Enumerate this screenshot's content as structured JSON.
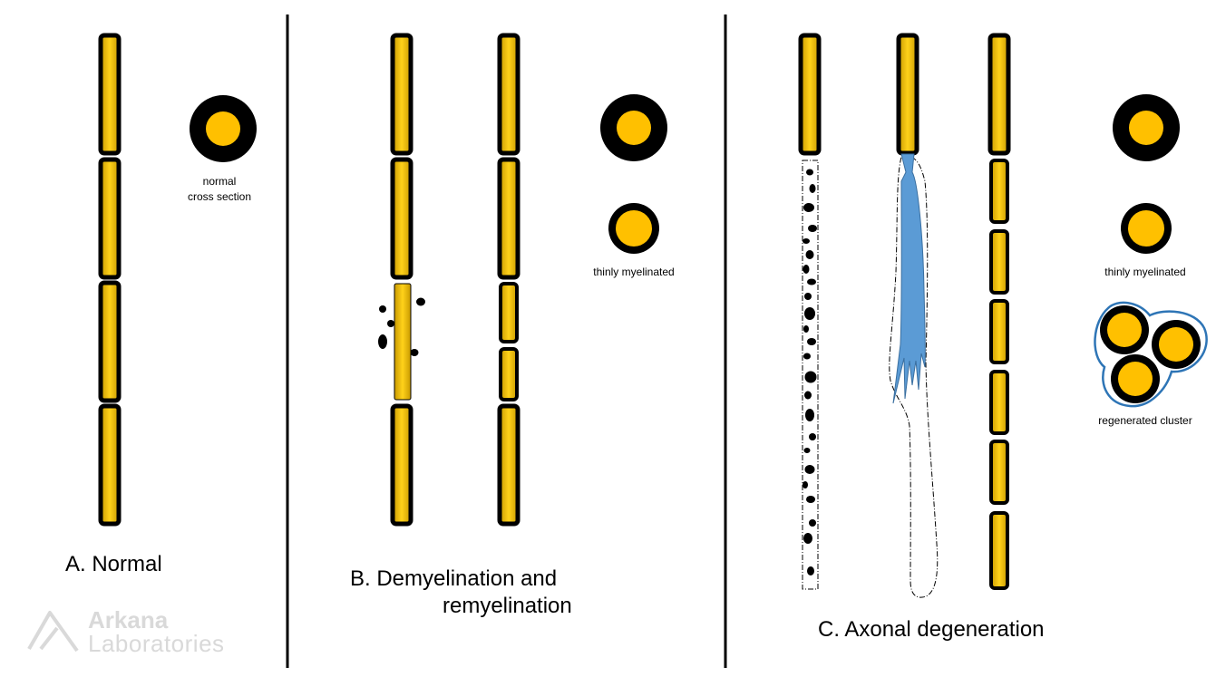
{
  "panels": {
    "normal": {
      "title": "A. Normal",
      "cross_label_line1": "normal",
      "cross_label_line2": "cross section"
    },
    "demyelination": {
      "title_line1": "B. Demyelination and",
      "title_line2": "remyelination",
      "cross_label": "thinly myelinated"
    },
    "axonal": {
      "title": "C. Axonal degeneration",
      "cross_label_thin": "thinly myelinated",
      "cross_label_cluster": "regenerated cluster"
    }
  },
  "logo": {
    "line1": "Arkana",
    "line2": "Laboratories"
  },
  "colors": {
    "axon_yellow": "#f2c200",
    "axon_core": "#ffc000",
    "myelin": "#000000",
    "schwann_blue": "#5b9bd5",
    "cluster_outline": "#2e75b6",
    "logo_gray": "#d9d9d9"
  }
}
